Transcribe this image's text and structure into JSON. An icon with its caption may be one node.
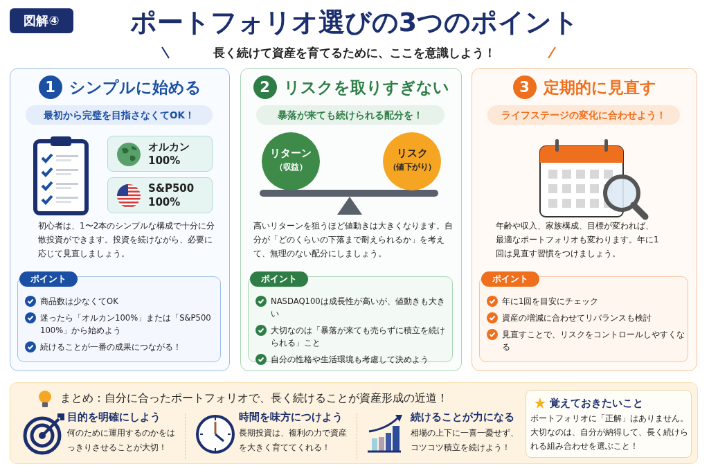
{
  "diagram": {
    "title": "ポートフォリオ選びの3つのポイント",
    "nodes": [
      {
        "text": [
          "1",
          "シンプルに始める",
          "最初から完璧を目指さなくてOK！",
          "初心者は、1〜2本のシンプルな構成で十分に分散投資ができます。投資を続けながら、必要に応じて見直しましょう。"
        ]
      },
      {
        "text": [
          "オルカン100%"
        ],
        "in": 0
      },
      {
        "text": [
          "S&P500 100%"
        ],
        "in": 0
      },
      {
        "text": [
          "ポイント",
          "商品数は少なくてOK",
          "迷ったら「オルカン100%」または「S&P500 100%」から始めよう",
          "続けることが一番の成果につながる！"
        ],
        "in": 0
      },
      {
        "text": [
          "2",
          "リスクを取りすぎない",
          "暴落が来ても続けられる配分を！",
          "高いリターンを狙うほど値動きは大きくなります。自分が「どのくらいの下落まで耐えられるか」を考えて、無理のない配分にしましょう。"
        ]
      },
      {
        "text": [
          "リターン",
          "（収益）"
        ],
        "in": 4
      },
      {
        "text": [
          "リスク",
          "（値下がり）"
        ],
        "in": 4
      },
      {
        "text": [
          "ポイント",
          "NASDAQ100は成長性が高いが、値動きも大きい",
          "大切なのは「暴落が来ても売らずに積立を続けられる」こと",
          "自分の性格や生活環境も考慮して決めよう"
        ],
        "in": 4
      },
      {
        "text": [
          "3",
          "定期的に見直す",
          "ライフステージの変化に合わせよう！",
          "年齢や収入、家族構成、目標が変われば、最適なポートフォリオも変わります。年に1回は見直す習慣をつけましょう。"
        ]
      },
      {
        "text": [
          "ポイント",
          "年に1回を目安にチェック",
          "資産の増減に合わせてリバランスも検討",
          "見直すことで、リスクをコントロールしやすくなる"
        ],
        "in": 8
      },
      {
        "text": [
          "まとめ：自分に合ったポートフォリオで、長く続けることが資産形成の近道！"
        ]
      },
      {
        "text": [
          "目的を明確にしよう",
          "何のために運用するのかをはっきりさせることが大切！"
        ],
        "in": 10
      },
      {
        "text": [
          "時間を味方につけよう",
          "長期投資は、複利の力で資産を大きく育ててくれる！"
        ],
        "in": 10
      },
      {
        "text": [
          "続けることが力になる",
          "相場の上下に一喜一憂せず、コツコツ積立を続けよう！"
        ],
        "in": 10
      },
      {
        "text": [
          "覚えておきたいこと",
          "ポートフォリオに「正解」はありません。大切なのは、自分が納得して、長く続けられる組み合わせを選ぶこと！"
        ],
        "in": 10
      }
    ],
    "labels": [
      "図解④",
      "長く続けて資産を育てるために、ここを意識しよう！"
    ]
  }
}
